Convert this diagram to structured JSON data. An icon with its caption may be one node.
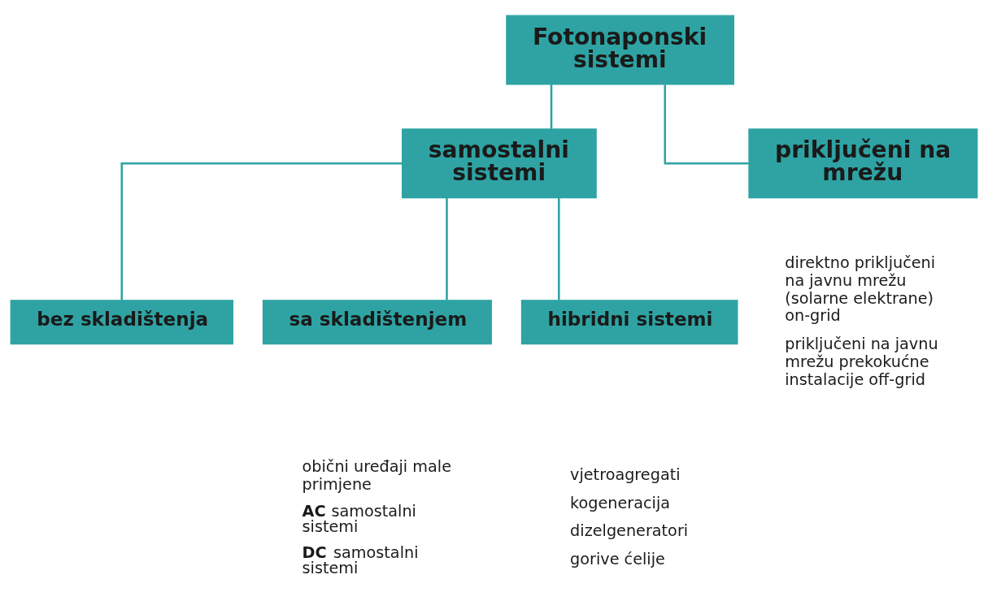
{
  "diagram": {
    "nodes": [
      {
        "text": [
          "Fotonaponski sistemi"
        ]
      },
      {
        "text": [
          "samostalni sistemi"
        ]
      },
      {
        "text": [
          "priključeni na mrežu"
        ],
        "beside": [
          "direktno priključeni na javnu mrežu (solarne elektrane) on-grid",
          "priključeni na javnu mrežu prekokućne instalacije off-grid"
        ]
      },
      {
        "text": [
          "bez skladištenja"
        ]
      },
      {
        "text": [
          "sa skladištenjem"
        ],
        "beside": [
          "obični uređaji male primjene",
          "**AC** samostalni sistemi",
          "**DC** samostalni sistemi"
        ]
      },
      {
        "text": [
          "hibridni sistemi"
        ],
        "beside": [
          "vjetroagregati",
          "kogeneracija",
          "dizelgeneratori",
          "gorive ćelije"
        ]
      }
    ],
    "edges": [
      {
        "from": 0,
        "to": 1,
        "arrow": "none"
      },
      {
        "from": 0,
        "to": 2,
        "arrow": "none"
      },
      {
        "from": 1,
        "to": 3,
        "arrow": "none"
      },
      {
        "from": 1,
        "to": 4,
        "arrow": "none"
      },
      {
        "from": 1,
        "to": 5,
        "arrow": "none"
      }
    ]
  }
}
